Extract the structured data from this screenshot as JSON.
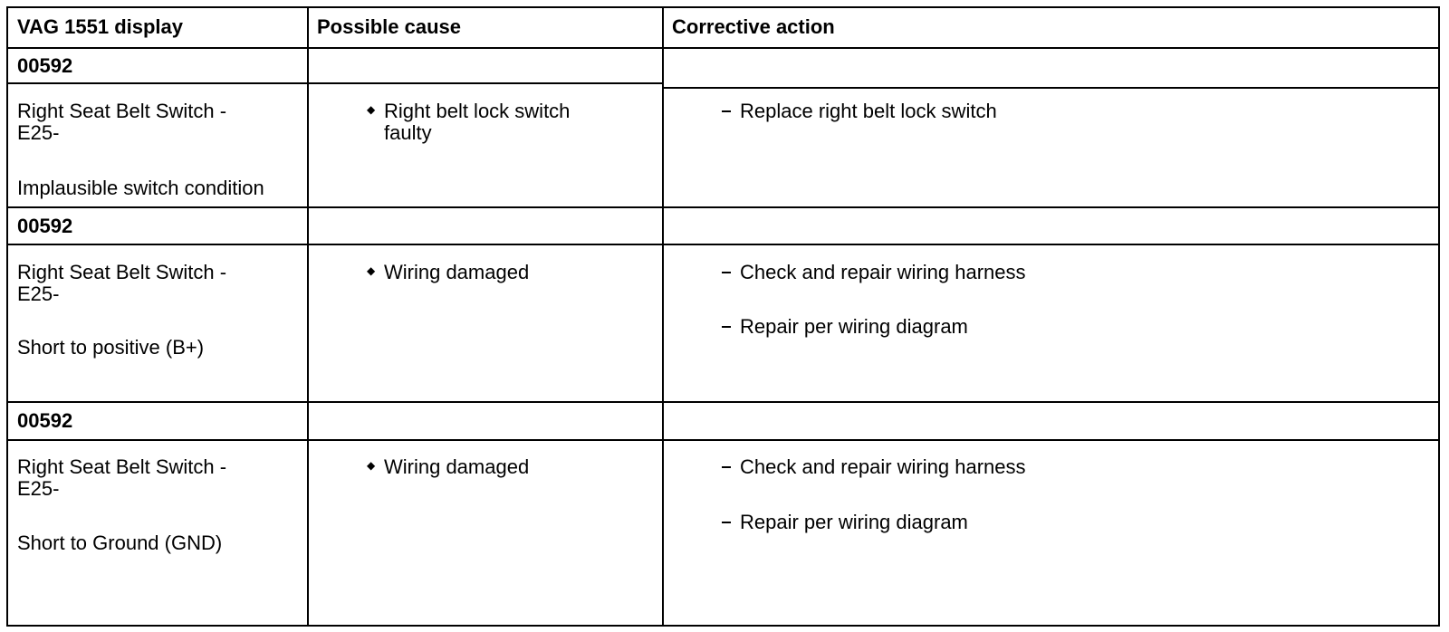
{
  "table": {
    "headers": [
      "VAG 1551 display",
      "Possible cause",
      "Corrective action"
    ],
    "rows": [
      {
        "code": "00592",
        "display_lines": [
          "Right Seat Belt Switch -",
          "E25-"
        ],
        "condition": "Implausible switch condition",
        "causes": [
          [
            "Right belt lock switch",
            "faulty"
          ]
        ],
        "actions": [
          "Replace right belt lock switch"
        ]
      },
      {
        "code": "00592",
        "display_lines": [
          "Right Seat Belt Switch -",
          "E25-"
        ],
        "condition": "Short to positive (B+)",
        "causes": [
          [
            "Wiring damaged"
          ]
        ],
        "actions": [
          "Check and repair wiring harness",
          "Repair per wiring diagram"
        ]
      },
      {
        "code": "00592",
        "display_lines": [
          "Right Seat Belt Switch -",
          "E25-"
        ],
        "condition": "Short to Ground (GND)",
        "causes": [
          [
            "Wiring damaged"
          ]
        ],
        "actions": [
          "Check and repair wiring harness",
          "Repair per wiring diagram"
        ]
      }
    ]
  }
}
